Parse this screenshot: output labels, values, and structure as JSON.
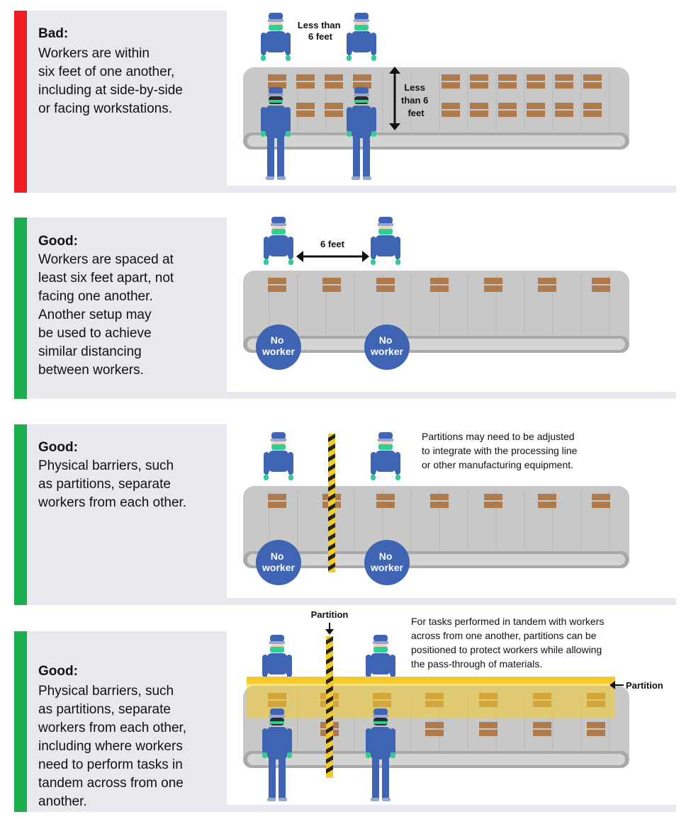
{
  "colors": {
    "bad": "#ee1c25",
    "good": "#1aae4e",
    "panel_bg": "#e8e9ee",
    "worker": "#3f64b4",
    "mask": "#2fcf8f",
    "belt": "#c8c8c8",
    "box": "#b07b4c",
    "partition_plate": "#f2cb2a"
  },
  "icons": {
    "worker": "worker-icon",
    "box": "box-icon",
    "arrow": "double-arrow-icon",
    "partition": "partition-pole-icon"
  },
  "panels": [
    {
      "status": "bad",
      "heading": "Bad:",
      "lines": [
        "Workers are within",
        "six feet of one another,",
        "including at side-by-side",
        "or facing workstations."
      ],
      "label_top": [
        "Less than",
        "6 feet"
      ],
      "label_side": [
        "Less",
        "than 6",
        "feet"
      ]
    },
    {
      "status": "good",
      "heading": "Good:",
      "lines": [
        "Workers are spaced at",
        "least six feet apart, not",
        "facing one another.",
        "Another setup may",
        "be used to achieve",
        "similar distancing",
        "between workers."
      ],
      "label_distance": "6 feet",
      "no_worker": [
        "No",
        "worker"
      ]
    },
    {
      "status": "good",
      "heading": "Good:",
      "lines": [
        "Physical barriers, such",
        "as partitions, separate",
        "workers from each other."
      ],
      "note": [
        "Partitions may need to be adjusted",
        "to integrate with the processing line",
        "or other manufacturing equipment."
      ],
      "no_worker": [
        "No",
        "worker"
      ]
    },
    {
      "status": "good",
      "heading": "Good:",
      "lines": [
        "Physical barriers, such",
        "as partitions, separate",
        "workers from each other,",
        "including where workers",
        "need to perform tasks in",
        "tandem across from one",
        "another."
      ],
      "partition_label_top": "Partition",
      "partition_label_side": "Partition",
      "note": [
        "For tasks performed in tandem with workers",
        "across from one another, partitions can be",
        "positioned to protect workers while allowing",
        "the pass-through of materials."
      ]
    }
  ]
}
